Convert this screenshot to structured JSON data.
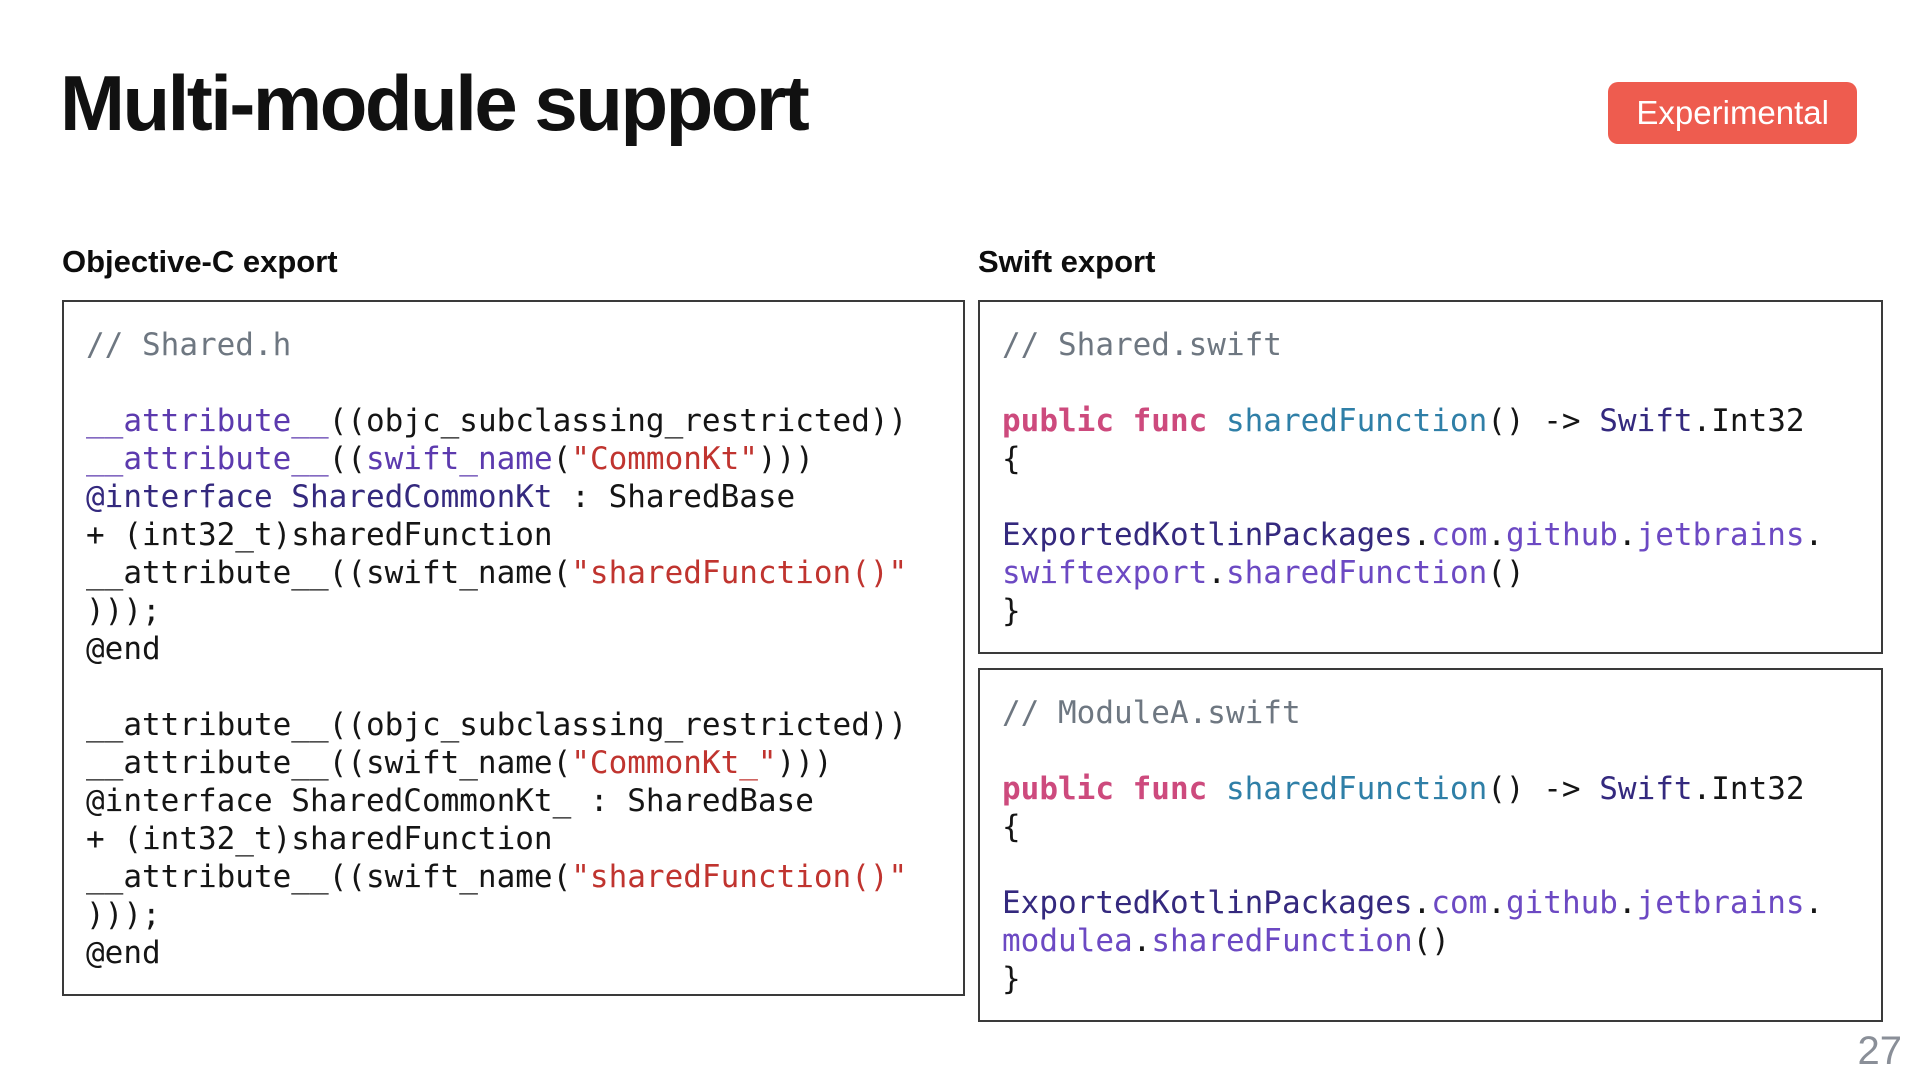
{
  "page": {
    "title": "Multi-module support",
    "badge": "Experimental",
    "page_number": "27"
  },
  "colors": {
    "badge_background": "#EE5C4F",
    "badge_text": "#ffffff",
    "code_border": "#3a3a3a",
    "comment": "#6e7781",
    "keyword_violet": "#5c3aae",
    "member_violet": "#6c49c3",
    "type_indigo": "#34297e",
    "string_red": "#c0342f",
    "function_blue": "#2f7fa7",
    "keyword_pink": "#cd4a7d",
    "plain": "#151515",
    "page_number_gray": "#8a8f98"
  },
  "panels": {
    "objc": {
      "heading": "Objective-C export",
      "blocks": [
        {
          "lines": [
            [
              [
                "cm",
                "// Shared.h"
              ]
            ],
            [],
            [
              [
                "kw",
                "__attribute__"
              ],
              [
                "pl",
                "((objc_subclassing_restricted))"
              ]
            ],
            [
              [
                "kw",
                "__attribute__"
              ],
              [
                "pl",
                "(("
              ],
              [
                "kw",
                "swift_name"
              ],
              [
                "pl",
                "("
              ],
              [
                "st",
                "\"CommonKt\""
              ],
              [
                "pl",
                ")))"
              ]
            ],
            [
              [
                "ty",
                "@interface SharedCommonKt"
              ],
              [
                "pl",
                " : SharedBase"
              ]
            ],
            [
              [
                "pl",
                "+ (int32_t)sharedFunction"
              ]
            ],
            [
              [
                "pl",
                "__attribute__((swift_name("
              ],
              [
                "st",
                "\"sharedFunction()\""
              ]
            ],
            [
              [
                "pl",
                ")));"
              ]
            ],
            [
              [
                "pl",
                "@end"
              ]
            ],
            [],
            [
              [
                "pl",
                "__attribute__((objc_subclassing_restricted))"
              ]
            ],
            [
              [
                "pl",
                "__attribute__((swift_name("
              ],
              [
                "st",
                "\"CommonKt_\""
              ],
              [
                "pl",
                ")))"
              ]
            ],
            [
              [
                "pl",
                "@interface SharedCommonKt_ : SharedBase"
              ]
            ],
            [
              [
                "pl",
                "+ (int32_t)sharedFunction"
              ]
            ],
            [
              [
                "pl",
                "__attribute__((swift_name("
              ],
              [
                "st",
                "\"sharedFunction()\""
              ]
            ],
            [
              [
                "pl",
                ")));"
              ]
            ],
            [
              [
                "pl",
                "@end"
              ]
            ]
          ]
        }
      ]
    },
    "swift": {
      "heading": "Swift export",
      "blocks": [
        {
          "lines": [
            [
              [
                "cm",
                "// Shared.swift"
              ]
            ],
            [],
            [
              [
                "pk",
                "public func "
              ],
              [
                "fn",
                "sharedFunction"
              ],
              [
                "pl",
                "() -> "
              ],
              [
                "ty",
                "Swift"
              ],
              [
                "pl",
                ".Int32"
              ]
            ],
            [
              [
                "pl",
                "{"
              ]
            ],
            [],
            [
              [
                "ty",
                "ExportedKotlinPackages"
              ],
              [
                "pl",
                "."
              ],
              [
                "mb",
                "com"
              ],
              [
                "pl",
                "."
              ],
              [
                "mb",
                "github"
              ],
              [
                "pl",
                "."
              ],
              [
                "mb",
                "jetbrains"
              ],
              [
                "pl",
                "."
              ]
            ],
            [
              [
                "mb",
                "swiftexport"
              ],
              [
                "pl",
                "."
              ],
              [
                "mb",
                "sharedFunction"
              ],
              [
                "pl",
                "()"
              ]
            ],
            [
              [
                "pl",
                "}"
              ]
            ]
          ]
        },
        {
          "lines": [
            [
              [
                "cm",
                "// ModuleA.swift"
              ]
            ],
            [],
            [
              [
                "pk",
                "public func "
              ],
              [
                "fn",
                "sharedFunction"
              ],
              [
                "pl",
                "() -> "
              ],
              [
                "ty",
                "Swift"
              ],
              [
                "pl",
                ".Int32"
              ]
            ],
            [
              [
                "pl",
                "{"
              ]
            ],
            [],
            [
              [
                "ty",
                "ExportedKotlinPackages"
              ],
              [
                "pl",
                "."
              ],
              [
                "mb",
                "com"
              ],
              [
                "pl",
                "."
              ],
              [
                "mb",
                "github"
              ],
              [
                "pl",
                "."
              ],
              [
                "mb",
                "jetbrains"
              ],
              [
                "pl",
                "."
              ]
            ],
            [
              [
                "mb",
                "modulea"
              ],
              [
                "pl",
                "."
              ],
              [
                "mb",
                "sharedFunction"
              ],
              [
                "pl",
                "()"
              ]
            ],
            [
              [
                "pl",
                "}"
              ]
            ]
          ]
        }
      ]
    }
  }
}
